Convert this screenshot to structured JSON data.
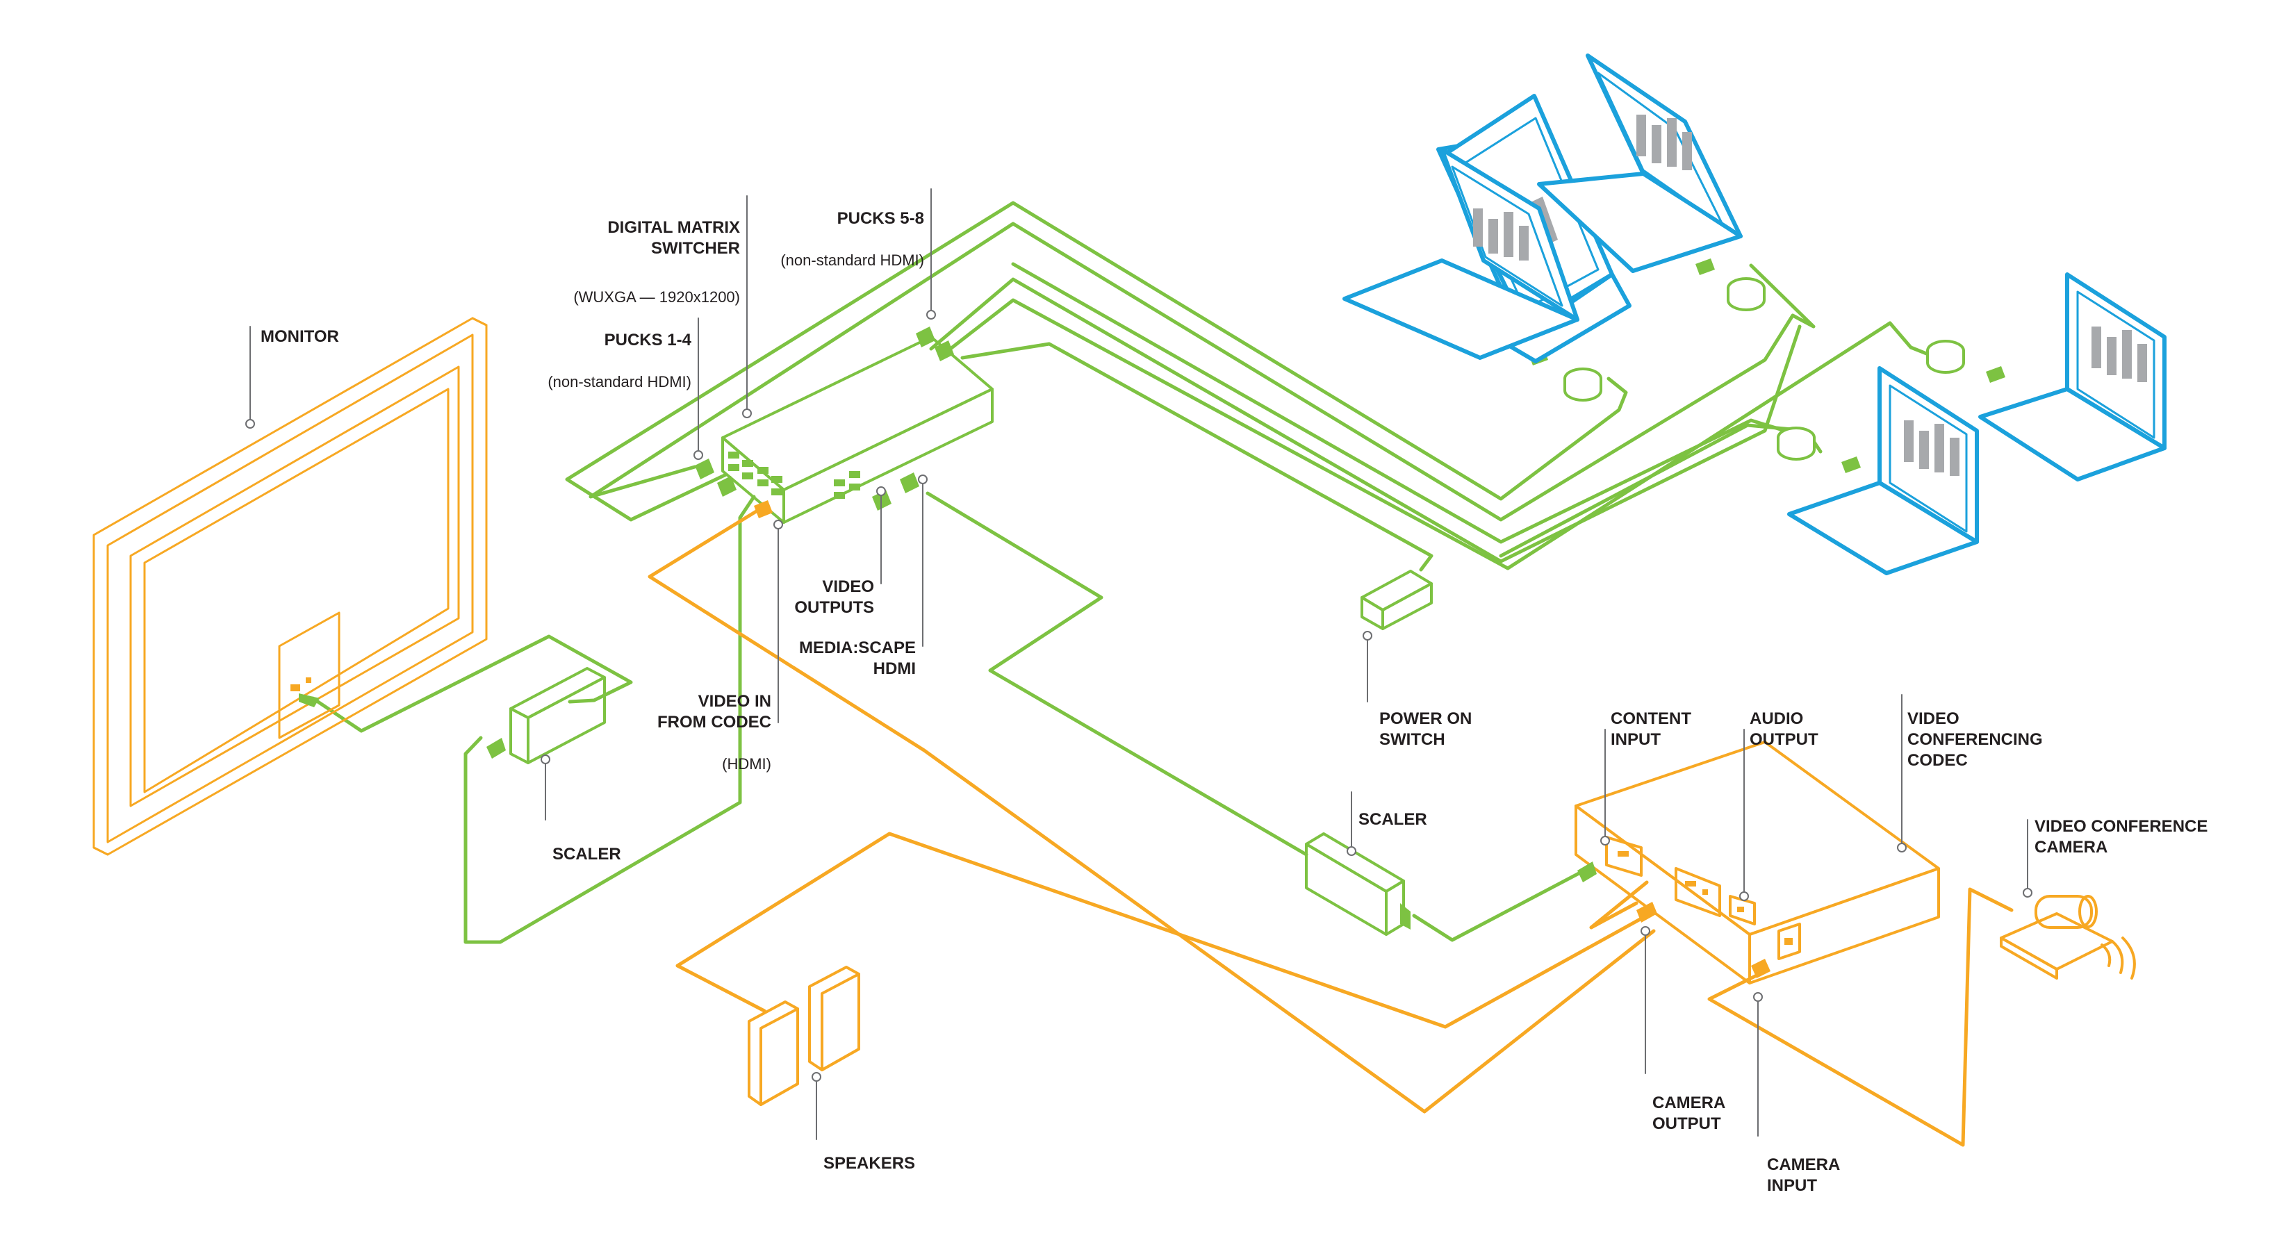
{
  "colors": {
    "green": "#7dc242",
    "orange": "#f7a823",
    "blue": "#1ba1dc",
    "gray": "#a7a9ac",
    "leader": "#6d6e71",
    "text": "#231f20"
  },
  "labels": {
    "monitor": "MONITOR",
    "digital_matrix_switcher": "DIGITAL MATRIX\nSWITCHER",
    "wuxga": "(WUXGA — 1920x1200)",
    "pucks_5_8": "PUCKS 5-8",
    "pucks_5_8_note": "(non-standard HDMI)",
    "pucks_1_4": "PUCKS 1-4",
    "pucks_1_4_note": "(non-standard HDMI)",
    "video_outputs": "VIDEO\nOUTPUTS",
    "mediascape_hdmi": "MEDIA:SCAPE\nHDMI",
    "video_in_from_codec": "VIDEO IN\nFROM CODEC",
    "video_in_note": "(HDMI)",
    "scaler_left": "SCALER",
    "scaler_right": "SCALER",
    "power_on_switch": "POWER ON\nSWITCH",
    "content_input": "CONTENT\nINPUT",
    "audio_output": "AUDIO\nOUTPUT",
    "video_conferencing_codec": "VIDEO\nCONFERENCING\nCODEC",
    "video_conference_camera": "VIDEO CONFERENCE\nCAMERA",
    "camera_output": "CAMERA\nOUTPUT",
    "camera_input": "CAMERA\nINPUT",
    "speakers": "SPEAKERS"
  }
}
